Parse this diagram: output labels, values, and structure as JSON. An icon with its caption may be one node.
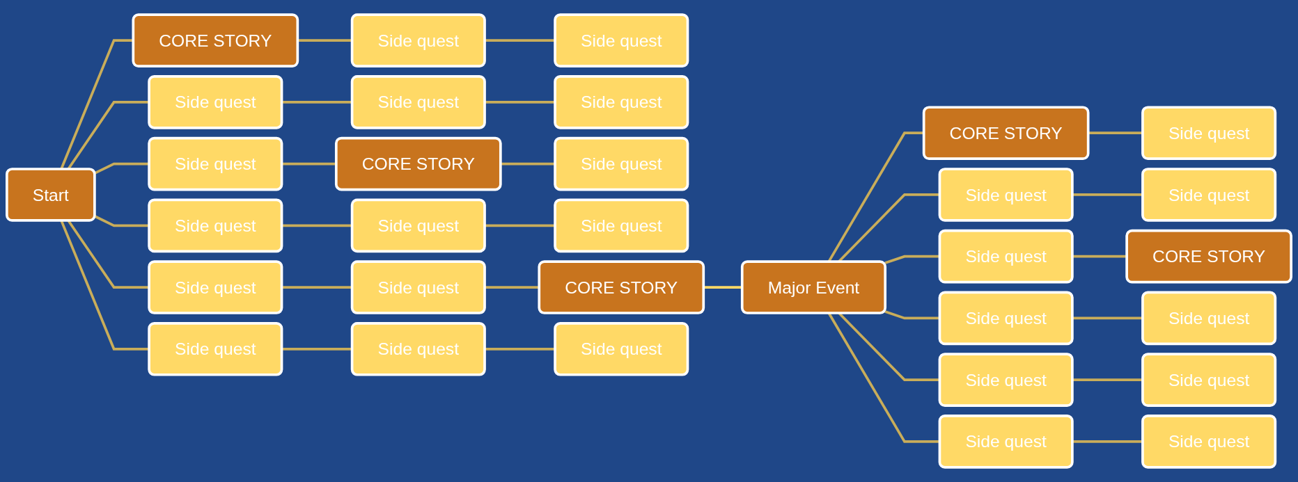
{
  "diagram": {
    "nodes": [
      {
        "text": [
          "Start"
        ]
      },
      {
        "text": [
          "CORE STORY"
        ]
      },
      {
        "text": [
          "Side quest"
        ]
      },
      {
        "text": [
          "Side quest"
        ]
      },
      {
        "text": [
          "Side quest"
        ]
      },
      {
        "text": [
          "Side quest"
        ]
      },
      {
        "text": [
          "Side quest"
        ]
      },
      {
        "text": [
          "Side quest"
        ]
      },
      {
        "text": [
          "CORE STORY"
        ]
      },
      {
        "text": [
          "Side quest"
        ]
      },
      {
        "text": [
          "Side quest"
        ]
      },
      {
        "text": [
          "Side quest"
        ]
      },
      {
        "text": [
          "Side quest"
        ]
      },
      {
        "text": [
          "Side quest"
        ]
      },
      {
        "text": [
          "Side quest"
        ]
      },
      {
        "text": [
          "CORE STORY"
        ]
      },
      {
        "text": [
          "Side quest"
        ]
      },
      {
        "text": [
          "Side quest"
        ]
      },
      {
        "text": [
          "Side quest"
        ]
      },
      {
        "text": [
          "Major Event"
        ]
      },
      {
        "text": [
          "CORE STORY"
        ]
      },
      {
        "text": [
          "Side quest"
        ]
      },
      {
        "text": [
          "Side quest"
        ]
      },
      {
        "text": [
          "Side quest"
        ]
      },
      {
        "text": [
          "Side quest"
        ]
      },
      {
        "text": [
          "CORE STORY"
        ]
      },
      {
        "text": [
          "Side quest"
        ]
      },
      {
        "text": [
          "Side quest"
        ]
      },
      {
        "text": [
          "Side quest"
        ]
      },
      {
        "text": [
          "Side quest"
        ]
      },
      {
        "text": [
          "Side quest"
        ]
      },
      {
        "text": [
          "Side quest"
        ]
      }
    ],
    "edges": [
      {
        "from": 0,
        "to": 1,
        "arrow": "none"
      },
      {
        "from": 0,
        "to": 4,
        "arrow": "none"
      },
      {
        "from": 0,
        "to": 7,
        "arrow": "none"
      },
      {
        "from": 0,
        "to": 10,
        "arrow": "none"
      },
      {
        "from": 0,
        "to": 13,
        "arrow": "none"
      },
      {
        "from": 0,
        "to": 16,
        "arrow": "none"
      },
      {
        "from": 1,
        "to": 2,
        "arrow": "none"
      },
      {
        "from": 2,
        "to": 3,
        "arrow": "none"
      },
      {
        "from": 4,
        "to": 5,
        "arrow": "none"
      },
      {
        "from": 5,
        "to": 6,
        "arrow": "none"
      },
      {
        "from": 7,
        "to": 8,
        "arrow": "none"
      },
      {
        "from": 8,
        "to": 9,
        "arrow": "none"
      },
      {
        "from": 10,
        "to": 11,
        "arrow": "none"
      },
      {
        "from": 11,
        "to": 12,
        "arrow": "none"
      },
      {
        "from": 13,
        "to": 14,
        "arrow": "none"
      },
      {
        "from": 14,
        "to": 15,
        "arrow": "none"
      },
      {
        "from": 16,
        "to": 17,
        "arrow": "none"
      },
      {
        "from": 17,
        "to": 18,
        "arrow": "none"
      },
      {
        "from": 15,
        "to": 19,
        "arrow": "none",
        "color": "#ffd966"
      },
      {
        "from": 19,
        "to": 20,
        "arrow": "none"
      },
      {
        "from": 19,
        "to": 22,
        "arrow": "none"
      },
      {
        "from": 19,
        "to": 24,
        "arrow": "none"
      },
      {
        "from": 19,
        "to": 26,
        "arrow": "none"
      },
      {
        "from": 19,
        "to": 28,
        "arrow": "none"
      },
      {
        "from": 19,
        "to": 30,
        "arrow": "none"
      },
      {
        "from": 20,
        "to": 21,
        "arrow": "none"
      },
      {
        "from": 22,
        "to": 23,
        "arrow": "none"
      },
      {
        "from": 24,
        "to": 25,
        "arrow": "none"
      },
      {
        "from": 26,
        "to": 27,
        "arrow": "none"
      },
      {
        "from": 28,
        "to": 29,
        "arrow": "none"
      },
      {
        "from": 30,
        "to": 31,
        "arrow": "none"
      }
    ]
  }
}
